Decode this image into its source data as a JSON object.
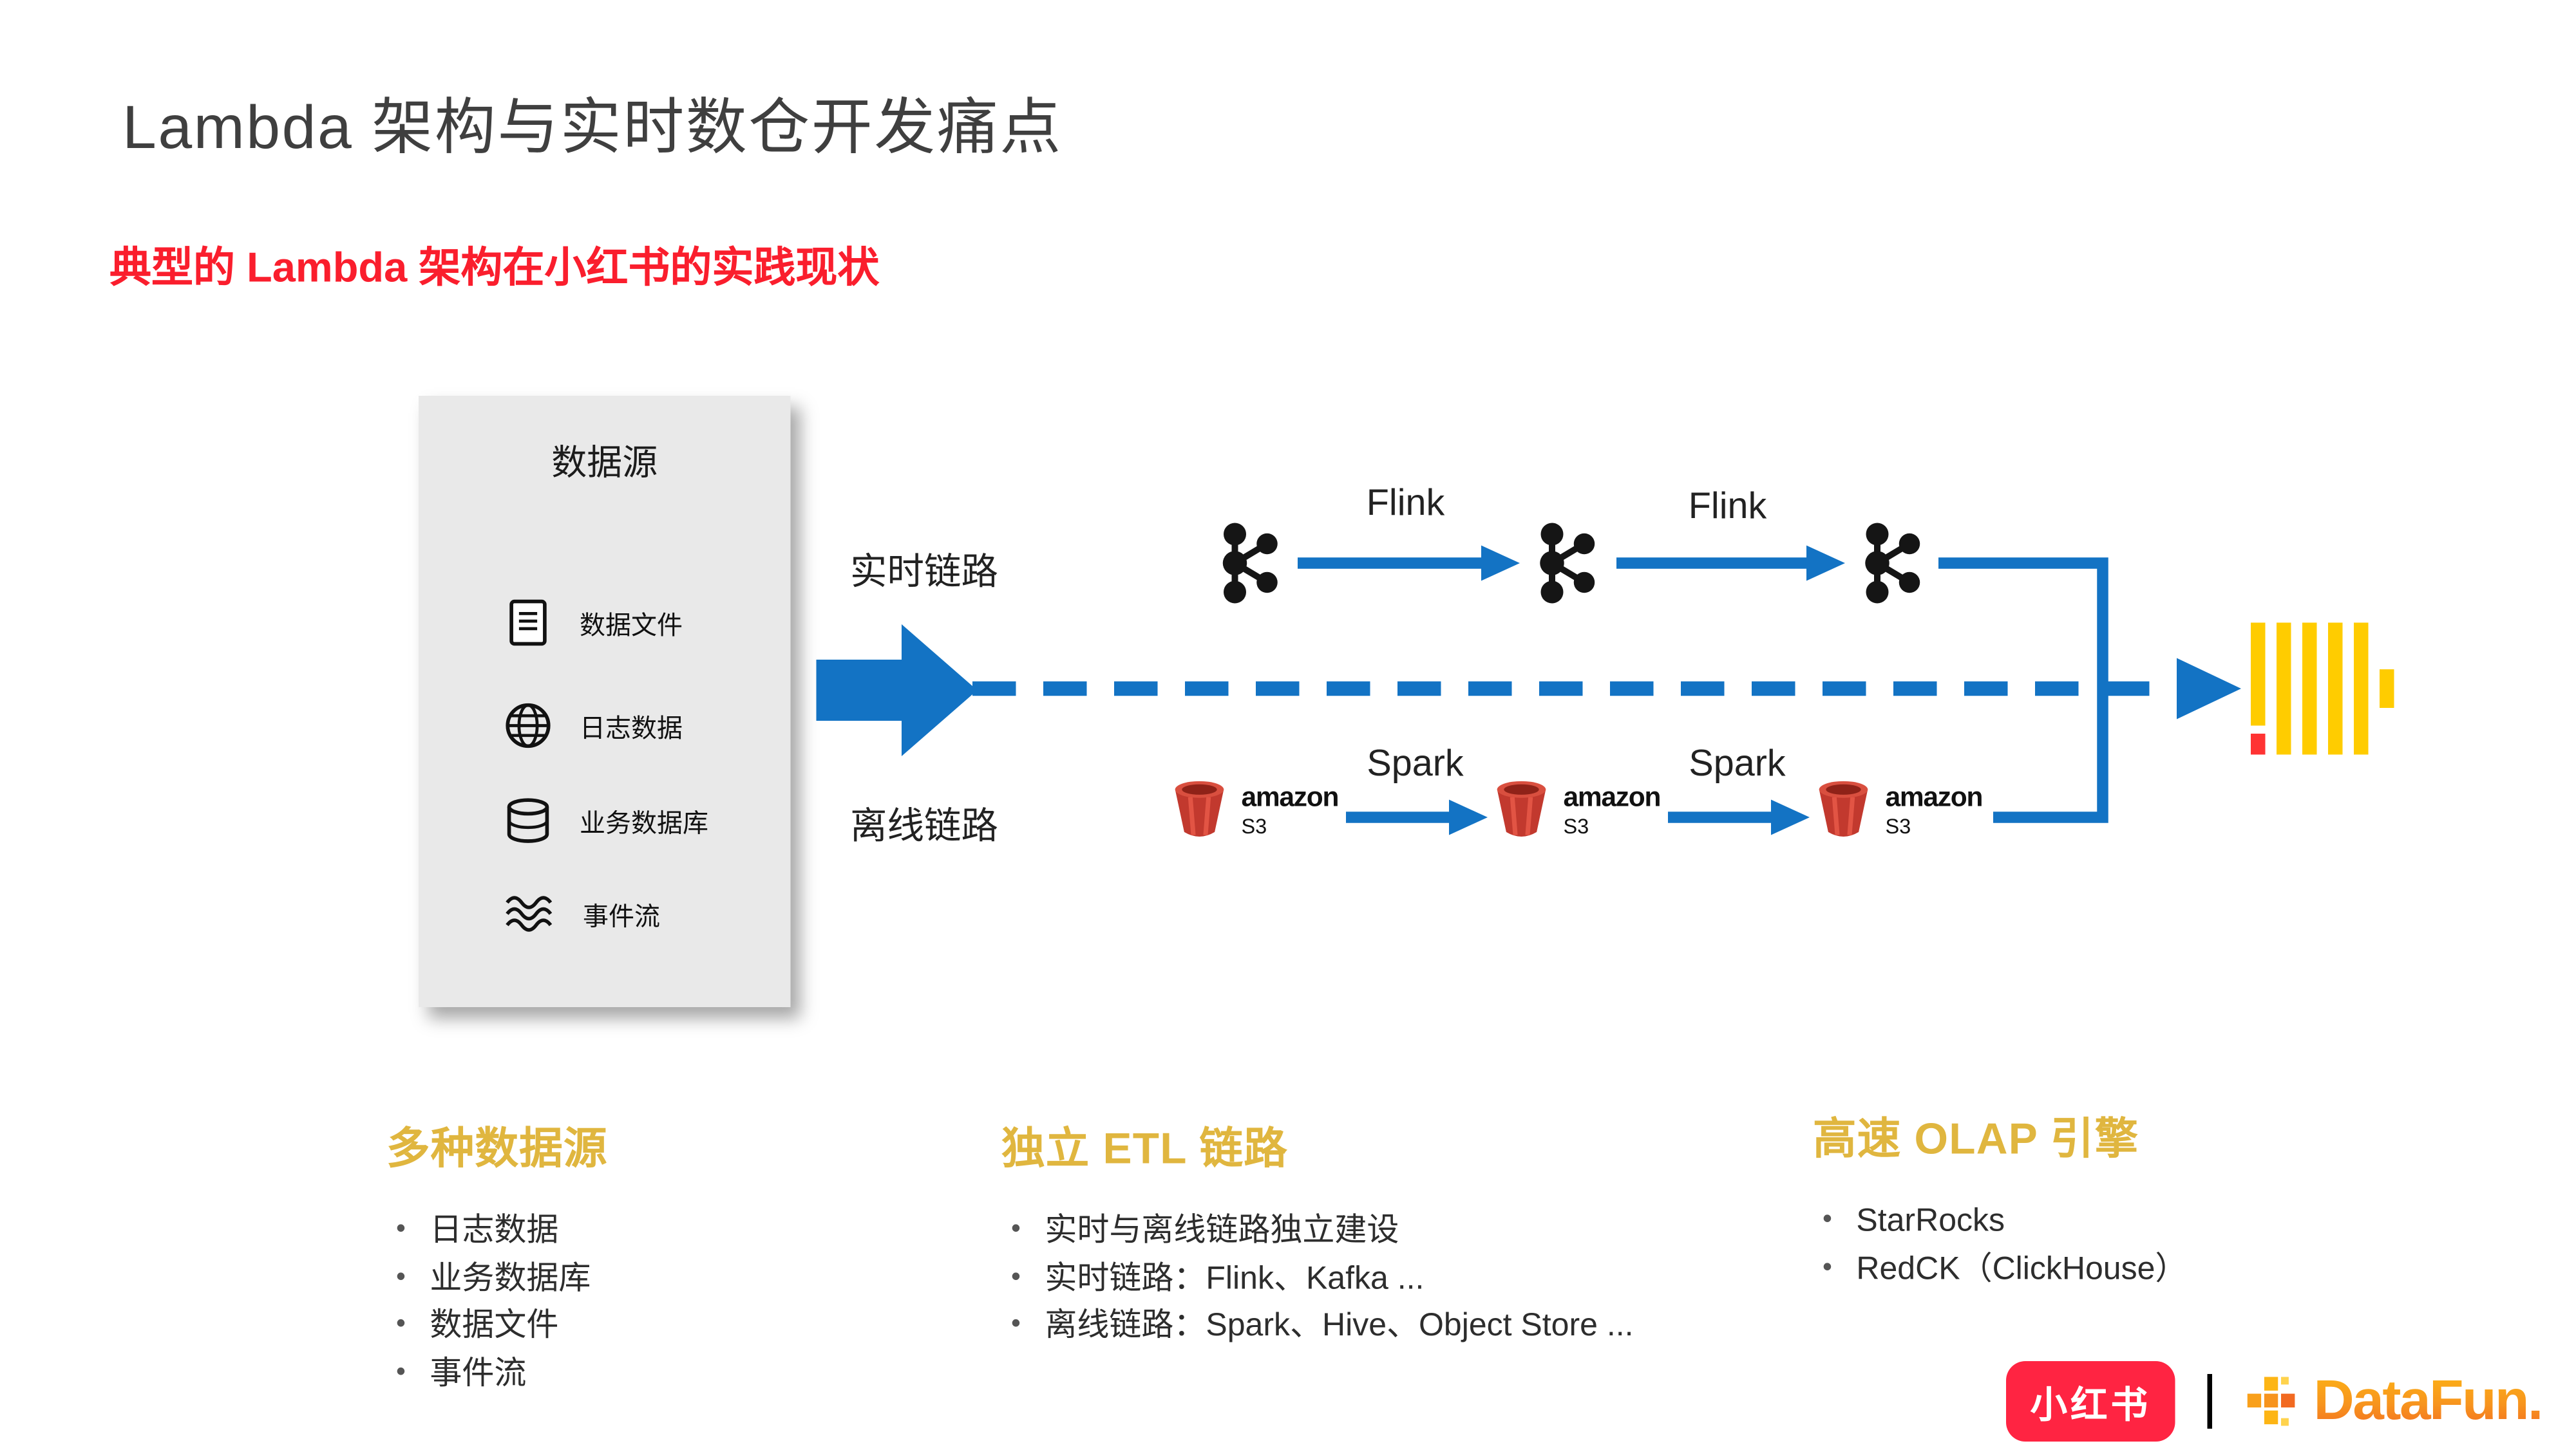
{
  "slide": {
    "title": "Lambda 架构与实时数仓开发痛点",
    "subtitle": "典型的 Lambda 架构在小红书的实践现状"
  },
  "datasource": {
    "title": "数据源",
    "items": [
      {
        "icon": "file-icon",
        "label": "数据文件"
      },
      {
        "icon": "globe-icon",
        "label": "日志数据"
      },
      {
        "icon": "database-icon",
        "label": "业务数据库"
      },
      {
        "icon": "stream-icon",
        "label": "事件流"
      }
    ]
  },
  "diagram": {
    "realtime": {
      "label": "实时链路",
      "node_icon": "kafka-icon",
      "edges": [
        "Flink",
        "Flink"
      ]
    },
    "offline": {
      "label": "离线链路",
      "node_icon": "amazon-s3-icon",
      "edges": [
        "Spark",
        "Spark"
      ],
      "s3_brand": "amazon",
      "s3_name": "S3"
    },
    "sink_icon": "clickhouse-logo"
  },
  "columns": [
    {
      "heading": "多种数据源",
      "bullets": [
        "日志数据",
        "业务数据库",
        "数据文件",
        "事件流"
      ]
    },
    {
      "heading": "独立 ETL 链路",
      "bullets": [
        "实时与离线链路独立建设",
        "实时链路：Flink、Kafka ...",
        "离线链路：Spark、Hive、Object Store ..."
      ]
    },
    {
      "heading": "高速 OLAP 引擎",
      "bullets": [
        "StarRocks",
        "RedCK（ClickHouse）"
      ]
    }
  ],
  "footer": {
    "xiaohongshu": "小红书",
    "datafun": "DataFun."
  },
  "colors": {
    "title_gray": "#3f3f3f",
    "accent_red": "#fa1e2d",
    "flow_blue": "#1373c4",
    "heading_yellow": "#e0b63f",
    "clickhouse_yellow": "#ffcc00",
    "clickhouse_red": "#ff3333",
    "s3_red": "#c2392e",
    "xiaohongshu_red": "#ff2442",
    "datafun_orange": "#f7941e",
    "panel_gray": "#e9e9e9"
  }
}
